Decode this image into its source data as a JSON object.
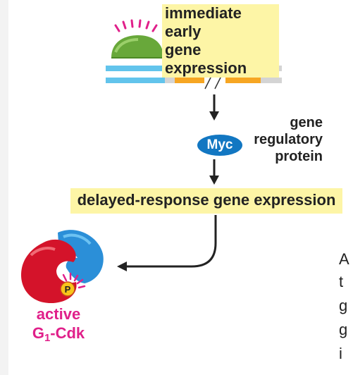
{
  "title": {
    "line1": "immediate early",
    "line2": "gene expression"
  },
  "myc": {
    "badge": "Myc",
    "label_line1": "gene",
    "label_line2": "regulatory",
    "label_line3": "protein"
  },
  "delayed": {
    "label": "delayed-response gene expression"
  },
  "output": {
    "line1": "active",
    "line2_prefix": "G",
    "line2_sub": "1",
    "line2_suffix": "-Cdk",
    "phosphate": "P"
  },
  "cut_text": [
    "A",
    "t",
    "g",
    "g",
    "i"
  ],
  "colors": {
    "highlight": "#fdf5a6",
    "gene_blue": "#62c4ec",
    "gene_orange": "#f6a623",
    "dna_grey": "#d4d4d4",
    "myc_blue": "#1277c2",
    "cdk_red": "#d4132a",
    "cyclin_blue": "#2b8fd8",
    "magenta": "#e0208a",
    "phosphate_yellow": "#f8c51a"
  }
}
